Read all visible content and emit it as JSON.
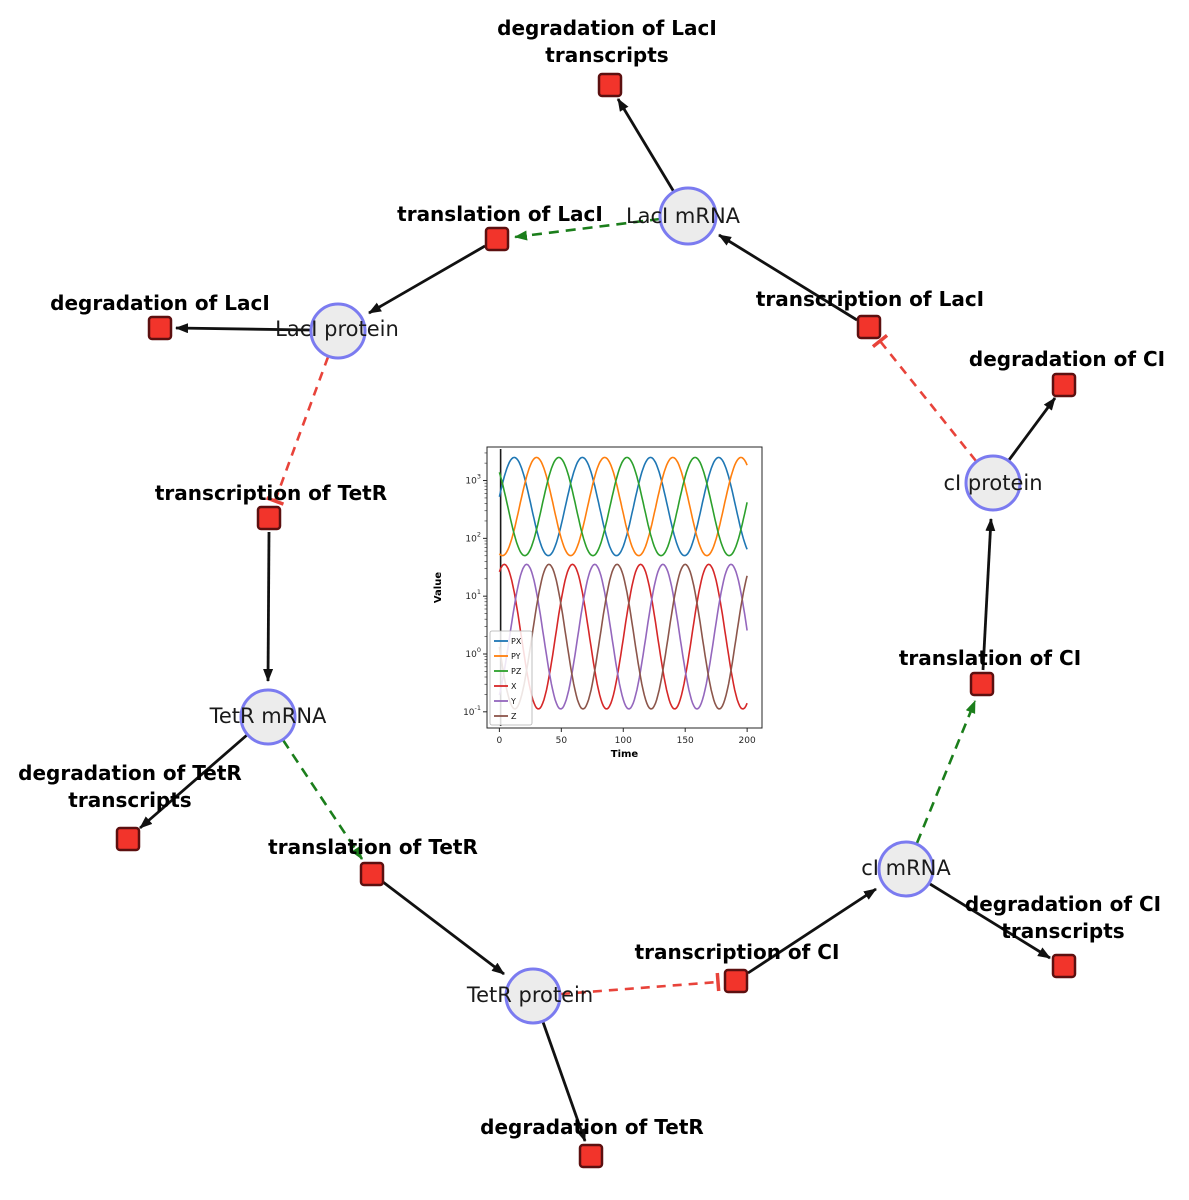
{
  "colors": {
    "species_fill": "#ececec",
    "species_stroke": "#7b7bf0",
    "reaction_fill": "#f2342b",
    "reaction_stroke": "#5c1010",
    "edge_black": "#111111",
    "edge_activation_green": "#1b7e1b",
    "edge_inhibition_red": "#e8433a"
  },
  "species": {
    "laci_mrna": "LacI mRNA",
    "laci_protein": "LacI protein",
    "tetr_mrna": "TetR mRNA",
    "tetr_protein": "TetR protein",
    "ci_mrna": "cI mRNA",
    "ci_protein": "cI protein"
  },
  "reactions": {
    "deg_laci_tx_1": "degradation of LacI",
    "deg_laci_tx_2": "transcripts",
    "translation_laci": "translation of LacI",
    "deg_laci": "degradation of LacI",
    "transcription_laci": "transcription of LacI",
    "deg_ci": "degradation of CI",
    "transcription_tetr": "transcription of TetR",
    "translation_ci": "translation of CI",
    "deg_tetr_tx_1": "degradation of TetR",
    "deg_tetr_tx_2": "transcripts",
    "translation_tetr": "translation of TetR",
    "transcription_ci": "transcription of CI",
    "deg_ci_tx_1": "degradation of CI",
    "deg_ci_tx_2": "transcripts",
    "deg_tetr": "degradation of TetR"
  },
  "chart_data": {
    "type": "line",
    "title": "",
    "xlabel": "Time",
    "ylabel": "Value",
    "y_scale": "log",
    "xlim": [
      0,
      200
    ],
    "ylim": [
      0.1,
      2500
    ],
    "x_ticks": [
      0,
      50,
      100,
      150,
      200
    ],
    "y_ticks_log10": [
      -1,
      0,
      1,
      2,
      3
    ],
    "legend_position": "center-left",
    "grid": false,
    "model": "log10(value) = log_mean + log_amp * cos(2*pi*(t - peak_t)/period)",
    "series": [
      {
        "name": "PX",
        "color": "#1f77b4",
        "log_mean": 2.55,
        "log_amp": 0.85,
        "period": 55,
        "peak_t": 12,
        "peak_value": 2500,
        "trough_value": 50
      },
      {
        "name": "PY",
        "color": "#ff7f0e",
        "log_mean": 2.55,
        "log_amp": 0.85,
        "period": 55,
        "peak_t": 30,
        "peak_value": 2500,
        "trough_value": 50
      },
      {
        "name": "PZ",
        "color": "#2ca02c",
        "log_mean": 2.55,
        "log_amp": 0.85,
        "period": 55,
        "peak_t": 48,
        "peak_value": 2500,
        "trough_value": 50
      },
      {
        "name": "X",
        "color": "#d62728",
        "log_mean": 0.3,
        "log_amp": 1.25,
        "period": 55,
        "peak_t": 4,
        "peak_value": 35,
        "trough_value": 0.11
      },
      {
        "name": "Y",
        "color": "#9467bd",
        "log_mean": 0.3,
        "log_amp": 1.25,
        "period": 55,
        "peak_t": 22,
        "peak_value": 35,
        "trough_value": 0.11
      },
      {
        "name": "Z",
        "color": "#8c564b",
        "log_mean": 0.3,
        "log_amp": 1.25,
        "period": 55,
        "peak_t": 40,
        "peak_value": 35,
        "trough_value": 0.11
      }
    ]
  }
}
